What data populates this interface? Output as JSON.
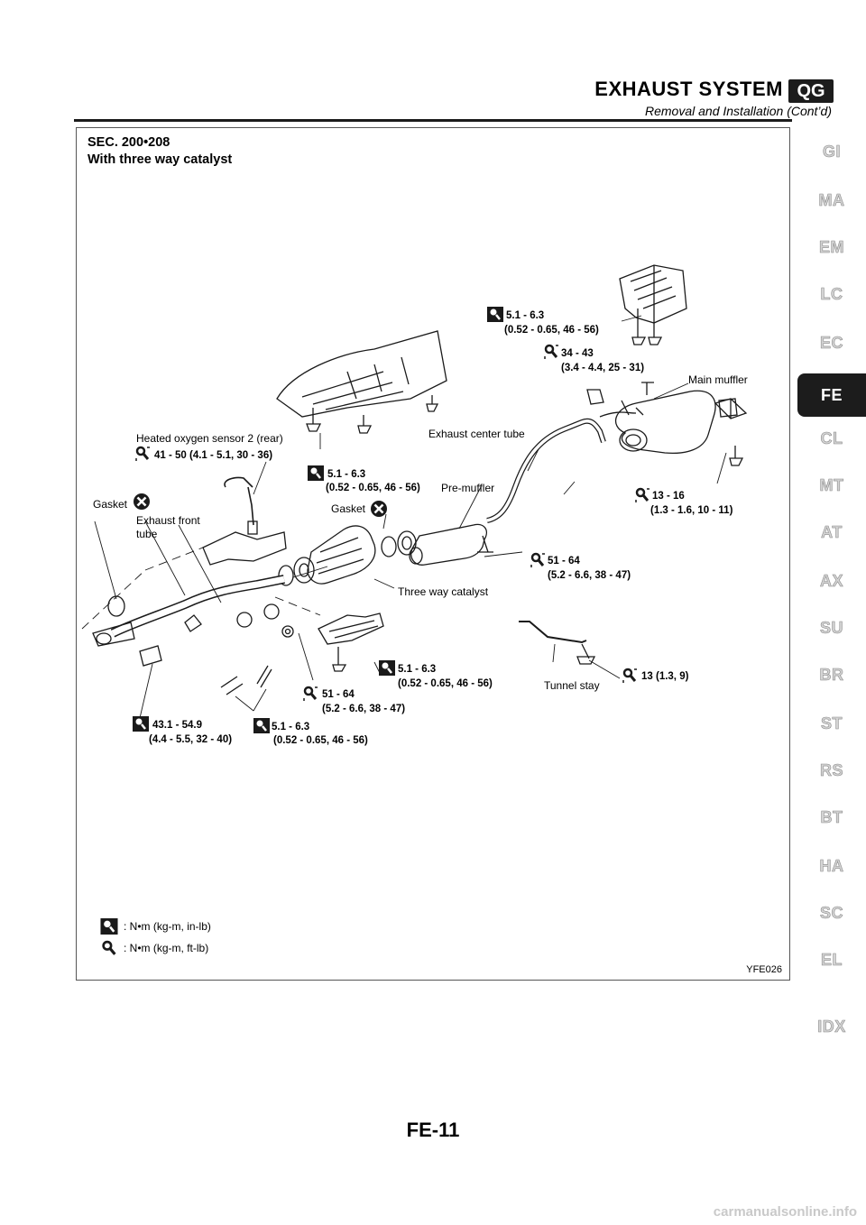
{
  "header": {
    "title": "EXHAUST SYSTEM",
    "badge": "QG",
    "subtitle": "Removal and Installation (Cont’d)"
  },
  "figure": {
    "section": "SEC. 200•208",
    "subtitle": "With three way catalyst",
    "code": "YFE026",
    "labels": {
      "main_muffler": "Main muffler",
      "exhaust_center_tube": "Exhaust center tube",
      "pre_muffler": "Pre-muffler",
      "gasket_right": "Gasket",
      "gasket_left": "Gasket",
      "exhaust_front_tube_1": "Exhaust front",
      "exhaust_front_tube_2": "tube",
      "heated_oxygen_sensor": "Heated oxygen sensor 2 (rear)",
      "three_way_catalyst": "Three way catalyst",
      "tunnel_stay": "Tunnel stay"
    },
    "torques": {
      "t1_a": "5.1 - 6.3",
      "t1_b": "(0.52 - 0.65, 46 - 56)",
      "t2_a": "34 - 43",
      "t2_b": "(3.4 - 4.4, 25 - 31)",
      "t3": "41 - 50 (4.1 - 5.1, 30 - 36)",
      "t4_a": "5.1 - 6.3",
      "t4_b": "(0.52 - 0.65, 46 - 56)",
      "t5_a": "13 - 16",
      "t5_b": "(1.3 - 1.6, 10 - 11)",
      "t6_a": "51 - 64",
      "t6_b": "(5.2 - 6.6, 38 - 47)",
      "t7_a": "5.1 - 6.3",
      "t7_b": "(0.52 - 0.65, 46 - 56)",
      "t8": "13 (1.3, 9)",
      "t9_a": "51 - 64",
      "t9_b": "(5.2 - 6.6, 38 - 47)",
      "t10_a": "43.1 - 54.9",
      "t10_b": "(4.4 - 5.5, 32 - 40)",
      "t11_a": "5.1 - 6.3",
      "t11_b": "(0.52 - 0.65, 46 - 56)"
    },
    "legend": {
      "inlb": ": N•m (kg-m, in-lb)",
      "ftlb": ": N•m (kg-m, ft-lb)"
    }
  },
  "side_tabs": [
    "GI",
    "MA",
    "EM",
    "LC",
    "EC",
    "FE",
    "CL",
    "MT",
    "AT",
    "AX",
    "SU",
    "BR",
    "ST",
    "RS",
    "BT",
    "HA",
    "SC",
    "EL",
    "IDX"
  ],
  "active_tab": "FE",
  "page_number": "FE-11",
  "watermark": "carmanualsonline.info"
}
